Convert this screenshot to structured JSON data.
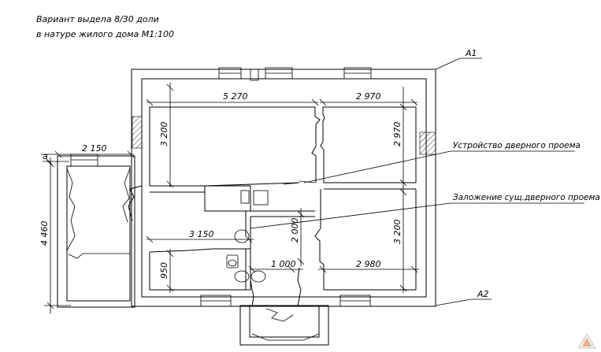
{
  "title": {
    "line1": "Вариант выдела 8/30 доли",
    "line2": "в натуре жилого дома М1:100"
  },
  "axes": {
    "a1": "А1",
    "a2": "А2",
    "a_left": "а"
  },
  "dimensions": {
    "room1_width": "5 270",
    "room2_width": "2 970",
    "room1_height": "3 200",
    "room2_height": "2 970",
    "left_ext_width": "2 150",
    "left_total_height": "4 460",
    "corridor_width": "3 150",
    "corridor_height": "2 000",
    "room4_height": "3 200",
    "bath_height": "950",
    "small_width": "1 000",
    "room4_width": "2 980"
  },
  "callouts": {
    "new_doorway": "Устройство дверного проема",
    "closed_doorway": "Заложение сущ.дверного проема"
  },
  "colors": {
    "line": "#000000",
    "background": "#ffffff"
  }
}
